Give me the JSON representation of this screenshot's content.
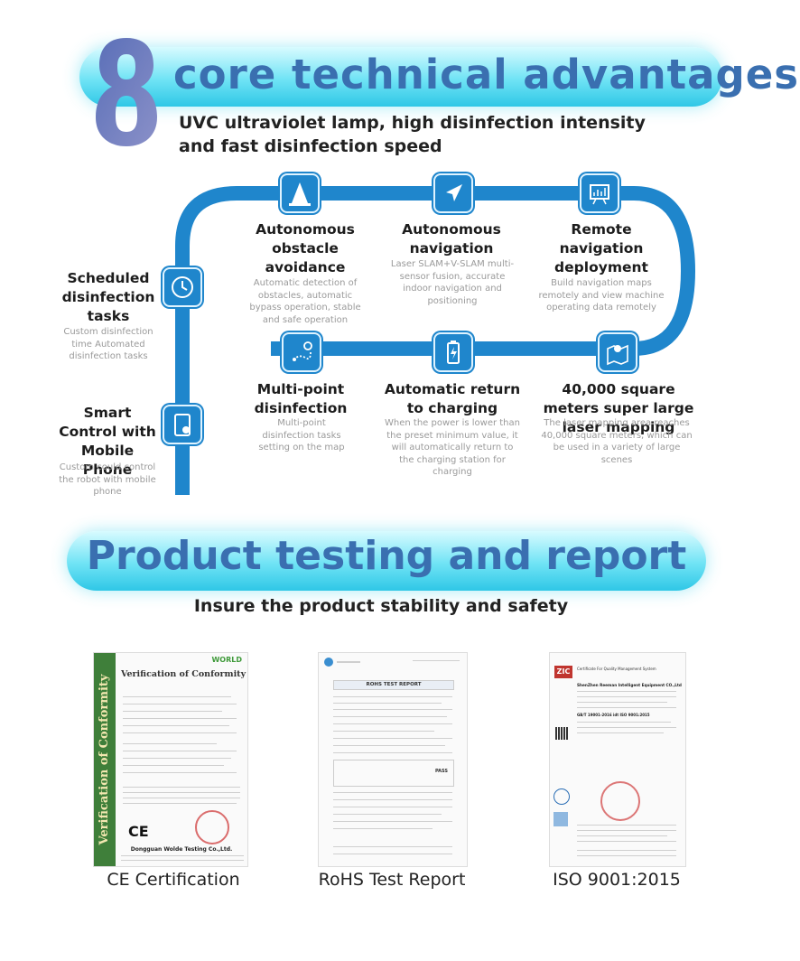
{
  "section1": {
    "number": "8",
    "title": "core technical advantages",
    "subtitle": "UVC ultraviolet lamp, high disinfection intensity and fast disinfection speed"
  },
  "features": [
    {
      "title": "Scheduled disinfection tasks",
      "desc": "Custom disinfection time Automated disinfection tasks",
      "icon": "clock-icon"
    },
    {
      "title": "Smart Control with Mobile Phone",
      "desc": "Custom could control the robot with mobile phone",
      "icon": "mobile-phone-icon"
    },
    {
      "title": "Autonomous obstacle avoidance",
      "desc": "Automatic detection of obstacles, automatic bypass operation, stable and safe operation",
      "icon": "traffic-cone-icon"
    },
    {
      "title": "Autonomous navigation",
      "desc": "Laser SLAM+V-SLAM multi-sensor fusion, accurate indoor navigation and positioning",
      "icon": "navigation-arrow-icon"
    },
    {
      "title": "Remote navigation deployment",
      "desc": "Build navigation maps remotely and view machine operating data remotely",
      "icon": "presentation-board-icon"
    },
    {
      "title": "Multi-point disinfection",
      "desc": "Multi-point disinfection tasks setting on the map",
      "icon": "route-pin-icon"
    },
    {
      "title": "Automatic return to charging",
      "desc": "When the power is lower than the preset minimum value, it will automatically return to the charging station for charging",
      "icon": "battery-charging-icon"
    },
    {
      "title": "40,000 square meters super large laser mapping",
      "desc": "The laser mapping area reaches 40,000 square meters, which can be used in a variety of large scenes",
      "icon": "map-pin-icon"
    }
  ],
  "section2": {
    "title": "Product testing and report",
    "subtitle": "Insure the product stability  and safety"
  },
  "certificates": [
    {
      "caption": "CE Certification",
      "doc_title": "Verification of Conformity",
      "side_text": "Verification of Conformity",
      "brand": "WORLD",
      "mark": "CE",
      "footer": "Dongguan Wolde Testing Co.,Ltd."
    },
    {
      "caption": "RoHS Test Report",
      "doc_title": "ROHS TEST REPORT",
      "result": "PASS"
    },
    {
      "caption": "ISO 9001:2015",
      "doc_title": "Certificate For Quality Management System",
      "company": "ShenZhen Reeman Intelligent Equipment CO.,Ltd.",
      "standard": "GB/T 19001-2016 idt ISO 9001:2015"
    }
  ],
  "colors": {
    "accent": "#3a6fb0",
    "road": "#1f86cc",
    "banner": "#5fdcf2"
  }
}
